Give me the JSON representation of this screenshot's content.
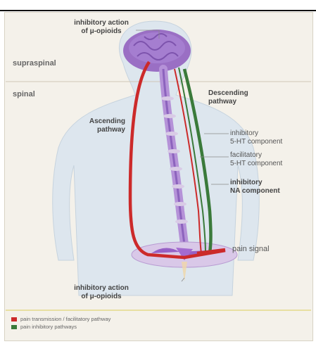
{
  "sections": {
    "supraspinal": "supraspinal",
    "spinal": "spinal"
  },
  "labels": {
    "top_opioid_1": "inhibitory action",
    "top_opioid_2": "of μ-opioids",
    "descending_1": "Descending",
    "descending_2": "pathway",
    "ascending_1": "Ascending",
    "ascending_2": "pathway",
    "inhib5ht_1": "inhibitory",
    "inhib5ht_2": "5-HT component",
    "facil5ht_1": "facilitatory",
    "facil5ht_2": "5-HT component",
    "na_1": "inhibitory",
    "na_2": "NA component",
    "pain_signal": "pain signal",
    "bottom_opioid_1": "inhibitory action",
    "bottom_opioid_2": "of μ-opioids"
  },
  "legend": [
    {
      "label": "pain transmission / facilitatory pathway",
      "color": "#cc2a2a"
    },
    {
      "label": "pain inhibitory pathways",
      "color": "#3a7a3a"
    }
  ],
  "colors": {
    "red": "#cc2a2a",
    "green": "#3a7a3a",
    "purple": "#9a6fc4",
    "body": "#dde6ee"
  }
}
